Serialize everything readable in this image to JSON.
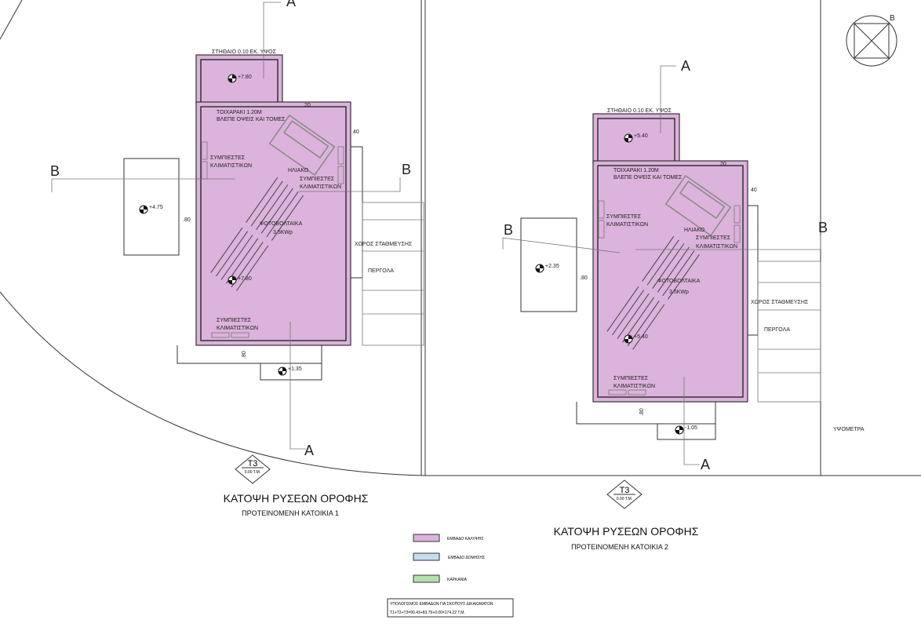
{
  "plan1": {
    "parapet_note": "ΣΤΗΘΑΙΟ 0.10 ΕΚ. ΥΨΟΣ",
    "wall_note_1": "ΤΟΙΧΑΡΑΚΙ 1.20Μ",
    "wall_note_2": "ΒΛΕΠΕ ΟΨΕΙΣ ΚΑΙ ΤΟΜΕΣ",
    "compressors_a1": "ΣΥΜΠΙΕΣΤΕΣ",
    "compressors_a2": "ΚΛΙΜΑΤΙΣΤΙΚΩΝ",
    "solar": "ΗΛΙΑΚΟ",
    "compressors_b1": "ΣΥΜΠΙΕΣΤΕΣ",
    "compressors_b2": "ΚΛΙΜΑΤΙΣΤΙΚΩΝ",
    "pv_1": "ΦΩΤΟΒΟΛΤΑΙΚΑ",
    "pv_2": "3.5KWp",
    "compressors_c1": "ΣΥΜΠΙΕΣΤΕΣ",
    "compressors_c2": "ΚΛΙΜΑΤΙΣΤΙΚΩΝ",
    "parking": "ΧΩΡΟΣ ΣΤΑΘΜΕΥΣΗΣ",
    "pergola": "ΠΕΡΓΟΛΑ",
    "level_top": "+7.80",
    "level_roof": "+7.80",
    "level_left": "+4.75",
    "level_bottom": "+1.35",
    "dim_40": "40",
    "dim_80a": ".80",
    "dim_80b": ".80",
    "dim_20": "20",
    "section_a_top": "A",
    "section_a_bottom": "A",
    "section_b_left": "B",
    "section_b_right": "B",
    "tag": "T3",
    "tag_sub": "0.00 Τ.Μ.",
    "title": "ΚΑΤΟΨΗ ΡΥΣΕΩΝ ΟΡΟΦΗΣ",
    "subtitle": "ΠΡΟΤΕΙΝΟΜΕΝΗ ΚΑΤΟΙΚΙΑ  1"
  },
  "plan2": {
    "parapet_note": "ΣΤΗΘΑΙΟ 0.10 ΕΚ. ΥΨΟΣ",
    "wall_note_1": "ΤΟΙΧΑΡΑΚΙ 1.20Μ",
    "wall_note_2": "ΒΛΕΠΕ ΟΨΕΙΣ ΚΑΙ ΤΟΜΕΣ",
    "compressors_a1": "ΣΥΜΠΙΕΣΤΕΣ",
    "compressors_a2": "ΚΛΙΜΑΤΙΣΤΙΚΩΝ",
    "solar": "ΗΛΙΑΚΟ",
    "compressors_b1": "ΣΥΜΠΙΕΣΤΕΣ",
    "compressors_b2": "ΚΛΙΜΑΤΙΣΤΙΚΩΝ",
    "pv_1": "ΦΩΤΟΒΟΛΤΑΙΚΑ",
    "pv_2": "3.5KWp",
    "compressors_c1": "ΣΥΜΠΙΕΣΤΕΣ",
    "compressors_c2": "ΚΛΙΜΑΤΙΣΤΙΚΩΝ",
    "parking": "ΧΩΡΟΣ ΣΤΑΘΜΕΥΣΗΣ",
    "pergola": "ΠΕΡΓΟΛΑ",
    "level_top": "+5.40",
    "level_roof": "+5.40",
    "level_left": "+2.35",
    "level_bottom": "-1.05",
    "dim_40": "40",
    "dim_80a": ".80",
    "dim_80b": ".80",
    "dim_20": "20",
    "section_a_top": "A",
    "section_a_bottom": "A",
    "section_b_left": "B",
    "section_b_right": "B",
    "tag": "T3",
    "tag_sub": "0.00 Τ.Μ.",
    "title": "ΚΑΤΟΨΗ ΡΥΣΕΩΝ ΟΡΟΦΗΣ",
    "subtitle": "ΠΡΟΤΕΙΝΟΜΕΝΗ ΚΑΤΟΙΚΙΑ  2"
  },
  "compass_label": "B",
  "elevation_label": "ΥΨΟΜΕΤΡΑ",
  "legend": {
    "items": [
      {
        "label": "ΕΜΒΑΔΟ ΚΑΛΥΨΗΣ",
        "color": "#dcb3dc"
      },
      {
        "label": "ΕΜΒΑΔΟ ΔΟΜΗΣΗΣ",
        "color": "#c6dcef"
      },
      {
        "label": "ΚΑΡΚΑΝΙΑ",
        "color": "#b5e0b0"
      }
    ],
    "calc_title": "ΥΠΟΛΟΓΙΣΜΟΣ ΕΜΒΑΔΩΝ ΓΙΑ ΣΚΟΠΟΥΣ ΔΙΚΑΙΩΜΑΤΩΝ",
    "calc_formula": "Τ1+Τ2+Τ3=90.43+83.79+0.00=174.22 Τ.Μ."
  }
}
